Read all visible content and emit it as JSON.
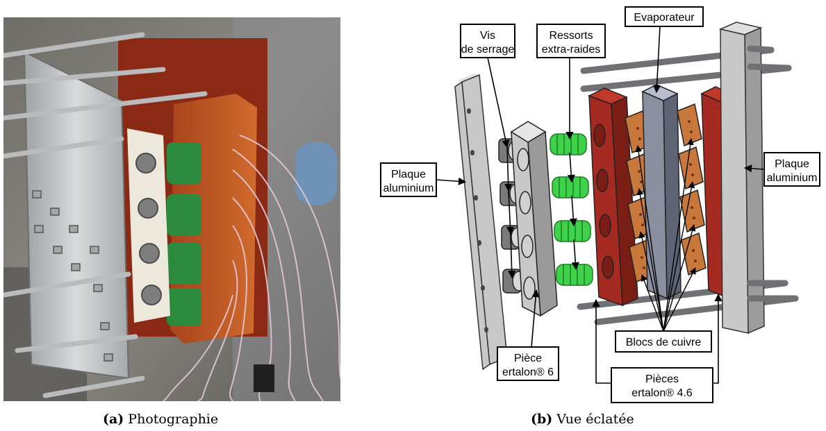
{
  "figure": {
    "caption_a": {
      "tag": "(a)",
      "text": "Photographie"
    },
    "caption_b": {
      "tag": "(b)",
      "text": "Vue éclatée"
    }
  },
  "labels": {
    "plaque_left": [
      "Plaque",
      "aluminium"
    ],
    "vis": [
      "Vis",
      "de serrage"
    ],
    "ressorts": [
      "Ressorts",
      "extra-raides"
    ],
    "evaporateur": [
      "Evaporateur"
    ],
    "plaque_right": [
      "Plaque",
      "aluminium"
    ],
    "piece6": [
      "Pièce",
      "ertalon® 6"
    ],
    "blocs": [
      "Blocs de cuivre"
    ],
    "pieces46": [
      "Pièces",
      "ertalon® 4.6"
    ]
  },
  "colors": {
    "aluminium": "#c8c8c8",
    "ertalon_red": "#a52a22",
    "copper": "#c8783a",
    "spring_green": "#34c53a",
    "evaporator": "#8a8fa0"
  }
}
